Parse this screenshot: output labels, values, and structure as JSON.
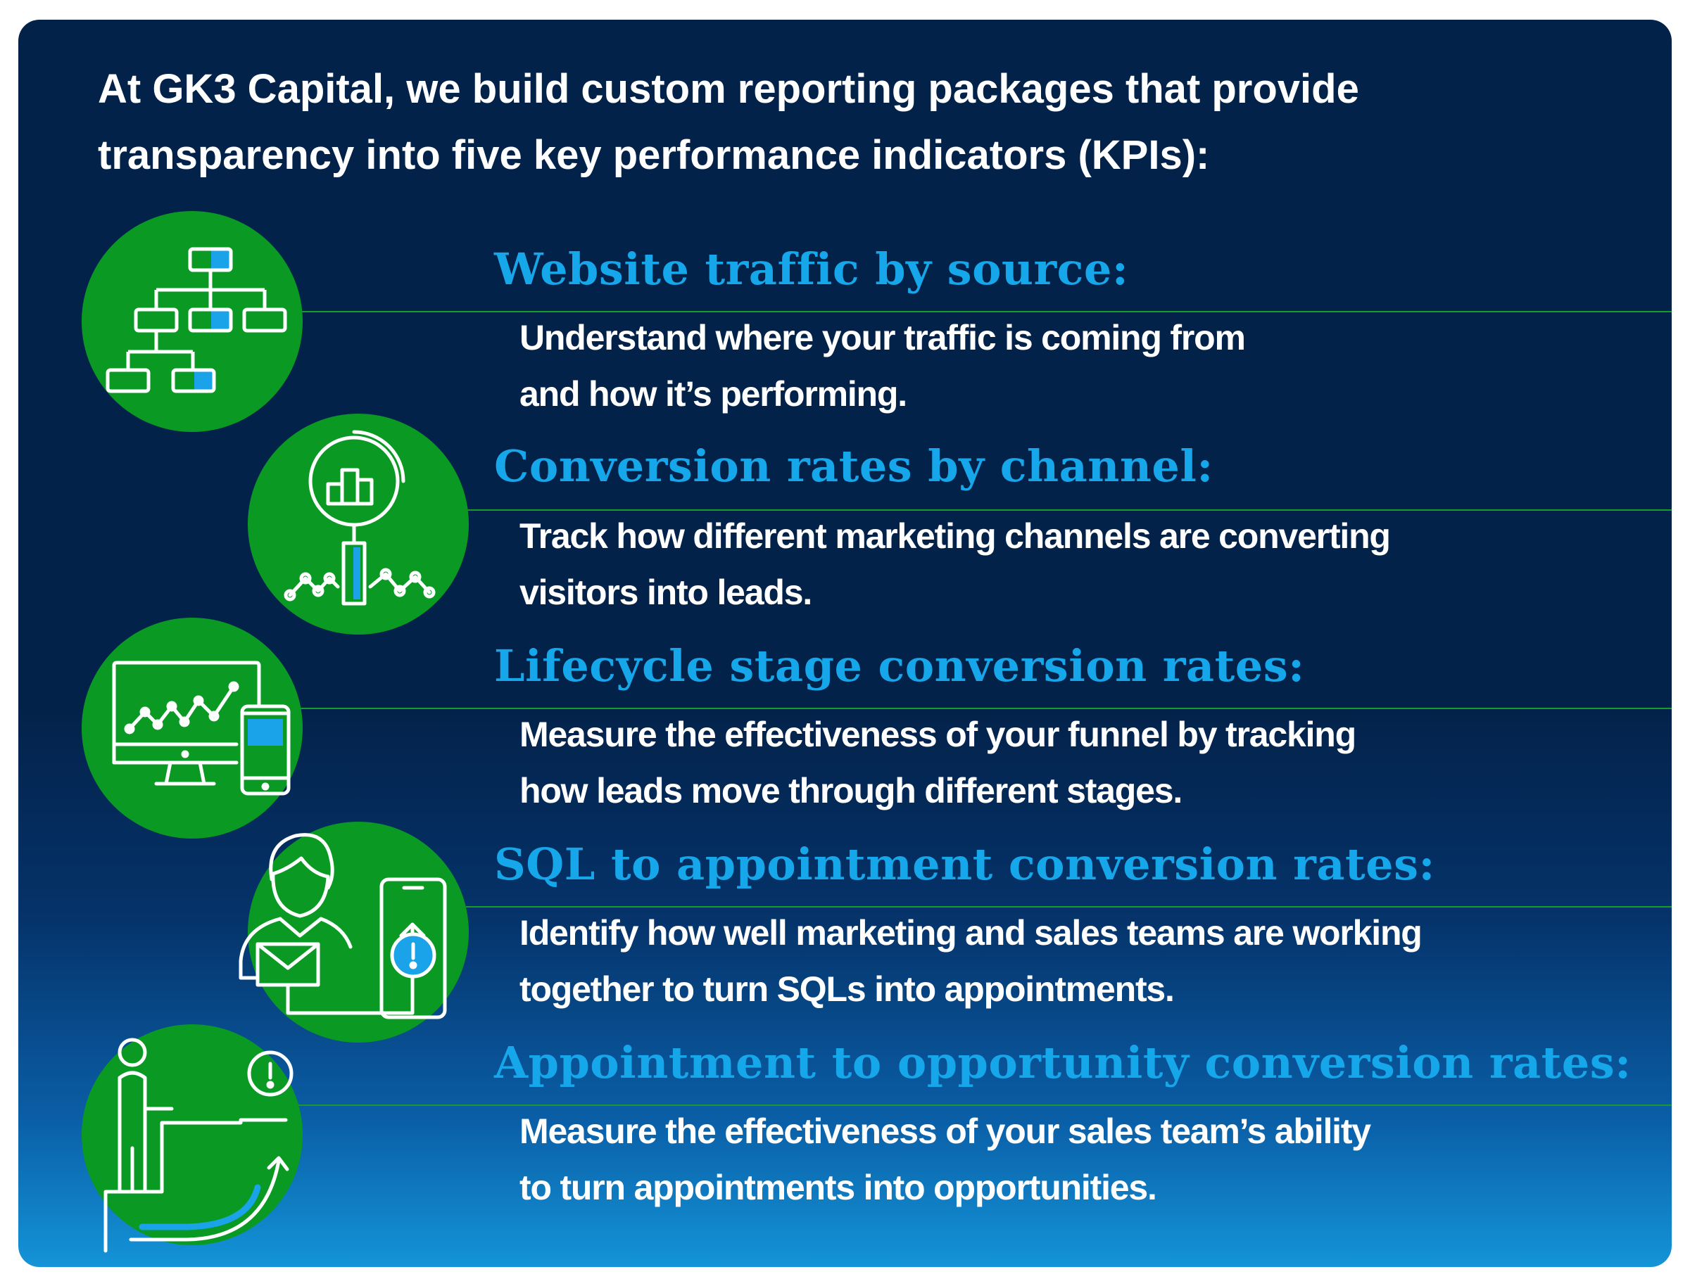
{
  "intro": {
    "line1": "At GK3 Capital, we build custom reporting packages that provide",
    "line2": "transparency into five key performance indicators (KPIs):"
  },
  "kpis": [
    {
      "title": "Website traffic by source:",
      "desc_line1": "Understand where your traffic is coming from",
      "desc_line2": "and how it’s performing.",
      "icon": "sitemap-icon"
    },
    {
      "title": "Conversion rates by channel:",
      "desc_line1": "Track how different marketing channels are converting",
      "desc_line2": "visitors into leads.",
      "icon": "magnifier-chart-icon"
    },
    {
      "title": "Lifecycle stage conversion rates:",
      "desc_line1": "Measure the effectiveness of your funnel by tracking",
      "desc_line2": "how leads move through different stages.",
      "icon": "monitor-phone-icon"
    },
    {
      "title": "SQL to appointment conversion rates:",
      "desc_line1": "Identify how well marketing and sales teams are working",
      "desc_line2": "together to turn SQLs into appointments.",
      "icon": "person-phone-icon"
    },
    {
      "title": "Appointment to opportunity conversion rates:",
      "desc_line1": "Measure the effectiveness of your sales team’s ability",
      "desc_line2": "to turn appointments into opportunities.",
      "icon": "stairs-growth-icon"
    }
  ],
  "colors": {
    "background_top": "#03224a",
    "background_bottom": "#1494d8",
    "circle_green": "#0a9a24",
    "title_blue": "#16a6ea",
    "accent_blue": "#1aa3e8",
    "text_white": "#ffffff"
  }
}
